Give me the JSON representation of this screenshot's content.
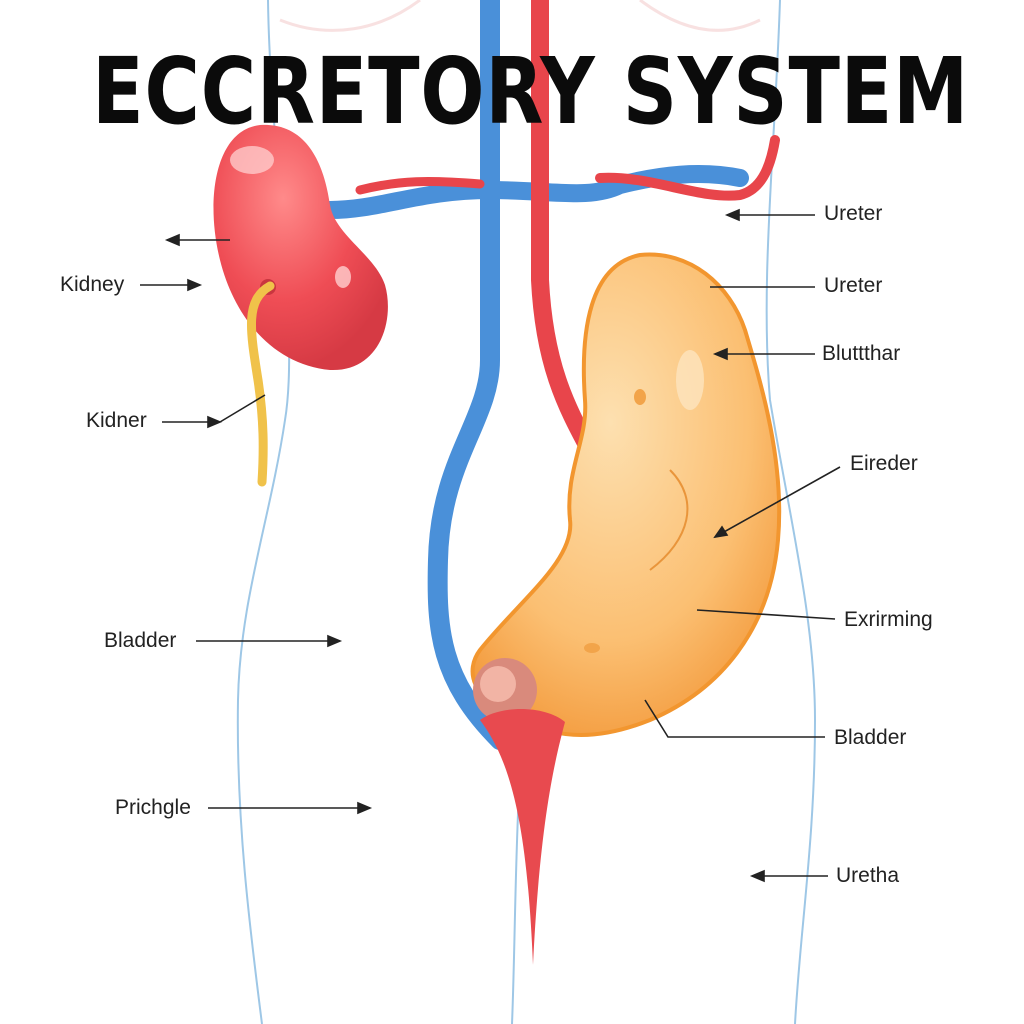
{
  "title": "ECCRETORY SYSTEM",
  "labels": {
    "left": [
      "Kidney",
      "Kidner",
      "Bladder",
      "Prichgle"
    ],
    "right": [
      "Ureter",
      "Ureter",
      "Bluttthar",
      "Eireder",
      "Exrirming",
      "Bladder",
      "Uretha"
    ]
  },
  "colors": {
    "kidney": "#ef4d55",
    "vein": "#4a90d9",
    "artery": "#e8454b",
    "organ": "#f9b766",
    "tube": "#f0c24a",
    "outline": "#9ec7e6"
  }
}
